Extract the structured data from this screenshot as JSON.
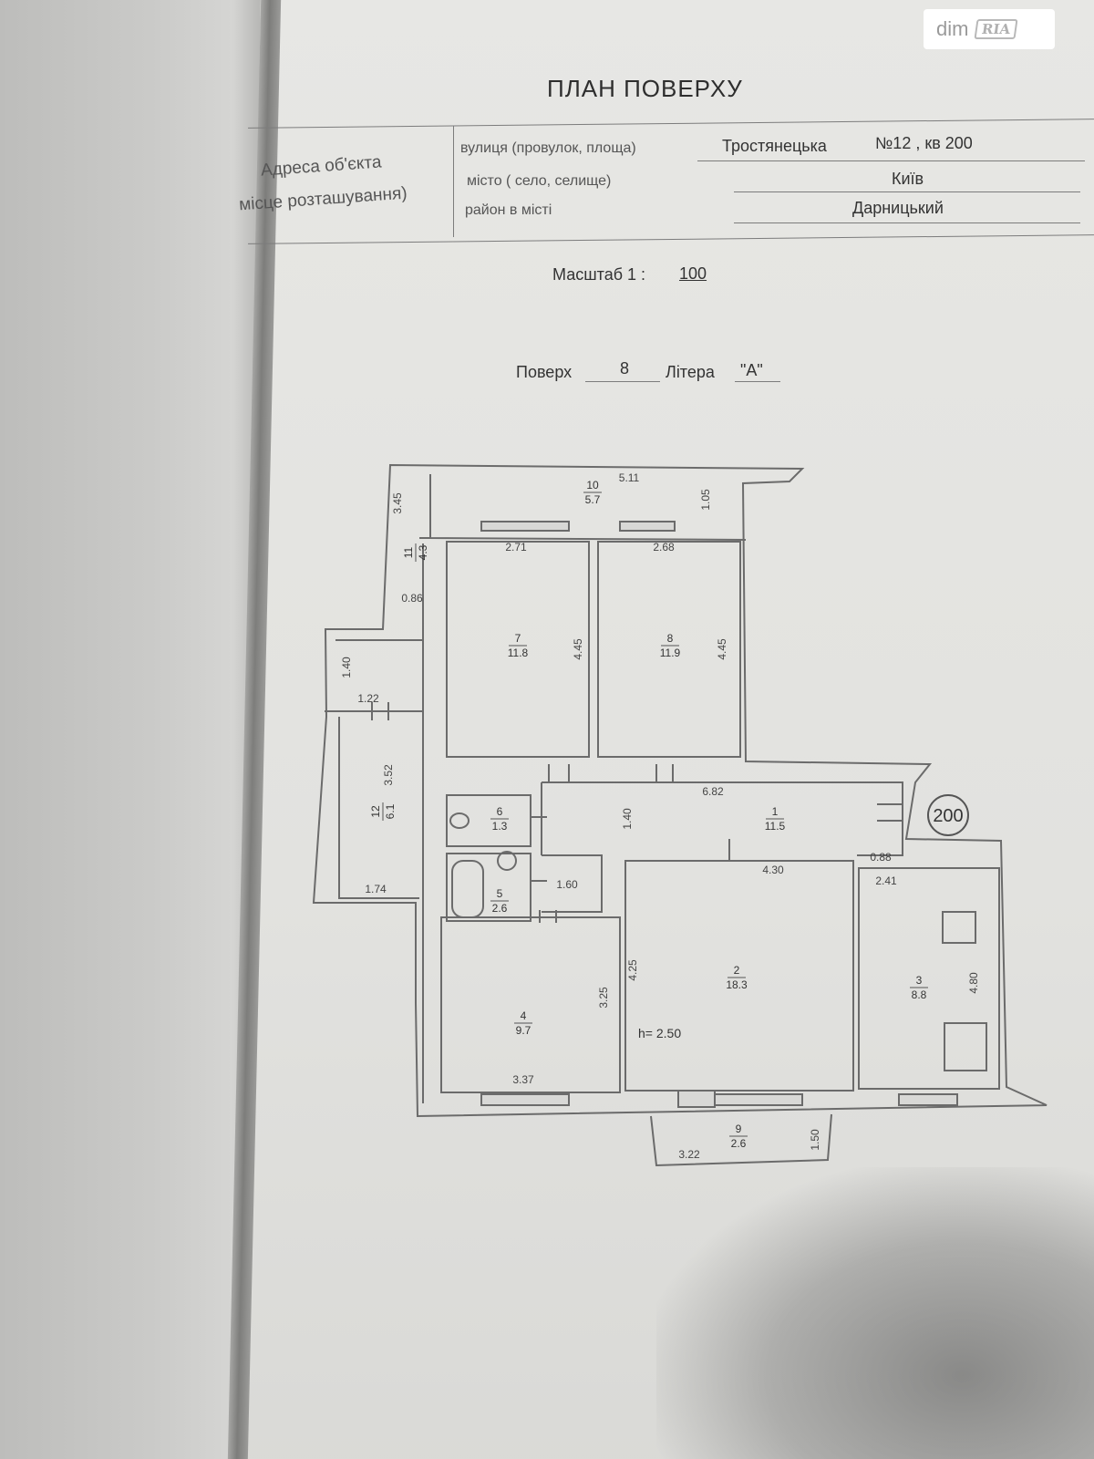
{
  "logo": {
    "text": "dim",
    "badge": "RIA"
  },
  "document": {
    "title": "ПЛАН ПОВЕРХУ",
    "address": {
      "label_line1": "Адреса об'єкта",
      "label_line2": "місце розташування)",
      "street_label": "вулиця (провулок, площа)",
      "street_value": "Тростянецька",
      "number_label": "№12 , кв 200",
      "city_label": "місто ( село, селище)",
      "city_value": "Київ",
      "district_label": "район в місті",
      "district_value": "Дарницький"
    },
    "scale": {
      "label": "Масштаб 1 :",
      "value": "100"
    },
    "floor": {
      "label": "Поверх",
      "value": "8",
      "letter_label": "Літера",
      "letter_value": "\"А\""
    }
  },
  "plan": {
    "apartment_number": "200",
    "ceiling_height": "h= 2.50",
    "rooms": [
      {
        "id": "10",
        "area": "5.7"
      },
      {
        "id": "11",
        "area": "4.3"
      },
      {
        "id": "7",
        "area": "11.8"
      },
      {
        "id": "8",
        "area": "11.9"
      },
      {
        "id": "12",
        "area": "6.1"
      },
      {
        "id": "6",
        "area": "1.3"
      },
      {
        "id": "1",
        "area": "11.5"
      },
      {
        "id": "5",
        "area": "2.6"
      },
      {
        "id": "2",
        "area": "18.3"
      },
      {
        "id": "3",
        "area": "8.8"
      },
      {
        "id": "4",
        "area": "9.7"
      },
      {
        "id": "9",
        "area": "2.6"
      }
    ],
    "dimensions": [
      "5.11",
      "2.71",
      "2.68",
      "1.05",
      "3.45",
      "0.86",
      "4.45",
      "4.45",
      "1.40",
      "1.22",
      "3.52",
      "1.74",
      "6.82",
      "1.40",
      "1.60",
      "4.30",
      "0.88",
      "2.41",
      "4.25",
      "3.25",
      "4.80",
      "3.37",
      "3.22",
      "1.50"
    ]
  }
}
